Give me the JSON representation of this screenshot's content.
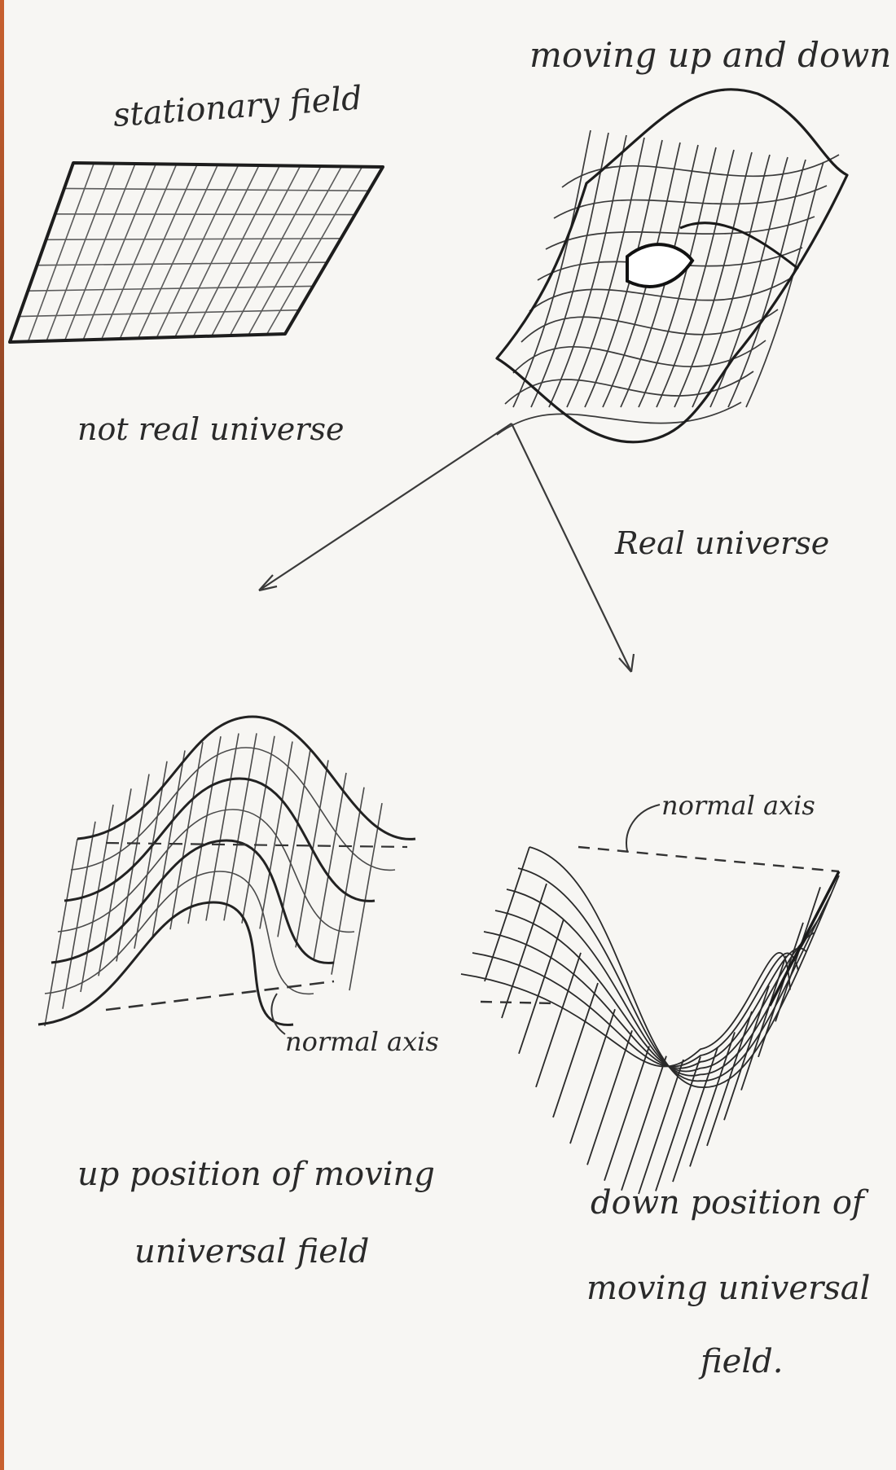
{
  "labels": {
    "stationary_field": "stationary field",
    "moving_up_down": "moving up and down",
    "not_real_universe": "not real universe",
    "real_universe": "Real universe",
    "normal_axis_left": "normal axis",
    "normal_axis_right": "normal axis",
    "up_position_line1": "up position of moving",
    "up_position_line2": "universal field",
    "down_position_line1": "down position of",
    "down_position_line2": "moving universal",
    "down_position_line3": "field."
  },
  "colors": {
    "ink": "#222222",
    "grid": "#555555",
    "paper": "#f7f6f3"
  }
}
